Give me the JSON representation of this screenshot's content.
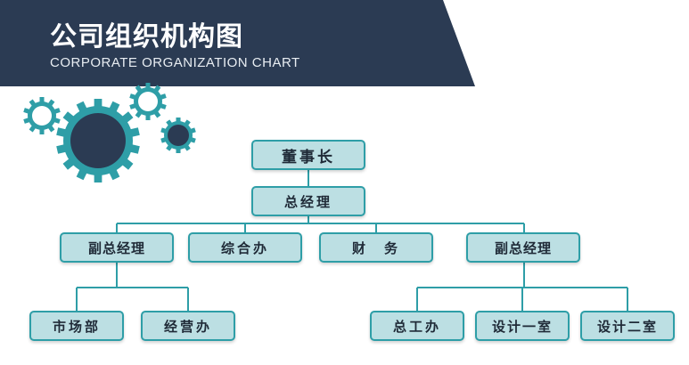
{
  "header": {
    "title_cn": "公司组织机构图",
    "title_en": "CORPORATE ORGANIZATION CHART"
  },
  "colors": {
    "banner": "#2b3b53",
    "node_fill": "#bcdfe3",
    "node_border": "#2e9ea7",
    "gear_teal": "#2e9ea7",
    "gear_dark": "#2b3b53"
  },
  "org": {
    "chairman": "董事长",
    "general_manager": "总经理",
    "vp_left": "副总经理",
    "admin_office": "综合办",
    "finance": "财　务",
    "vp_right": "副总经理",
    "marketing": "市场部",
    "operations_office": "经营办",
    "engineering_office": "总工办",
    "design_room_1": "设计一室",
    "design_room_2": "设计二室"
  }
}
